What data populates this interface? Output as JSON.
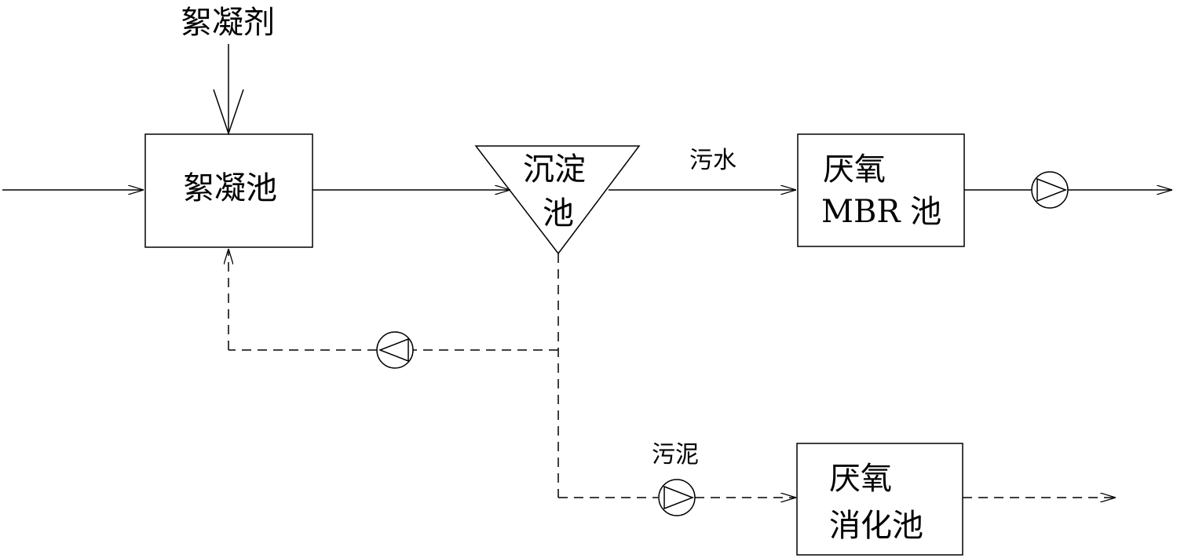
{
  "labels": {
    "flocculant": "絮凝剂",
    "flocculation_tank": "絮凝池",
    "sedimentation_line1": "沉淀",
    "sedimentation_line2": "池",
    "sewage": "污水",
    "anaerobic_mbr_line1": "厌氧",
    "anaerobic_mbr_line2": "MBR 池",
    "sludge": "污泥",
    "anaerobic_digestion_line1": "厌氧",
    "anaerobic_digestion_line2": "消化池"
  },
  "colors": {
    "line": "#000000",
    "background": "#ffffff"
  },
  "line_styles": {
    "water_flow": "solid",
    "sludge_flow": "dashed"
  },
  "pumps": [
    {
      "name": "mbr-effluent-pump",
      "direction": "right"
    },
    {
      "name": "sludge-return-pump",
      "direction": "left"
    },
    {
      "name": "sludge-transfer-pump",
      "direction": "right"
    }
  ]
}
